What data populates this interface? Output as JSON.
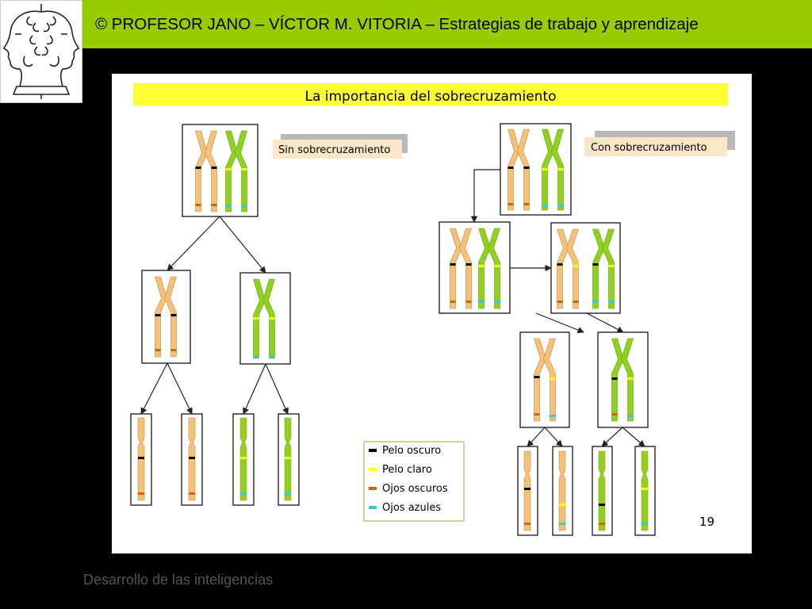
{
  "header": {
    "title": "© PROFESOR JANO – VÍCTOR M. VITORIA – Estrategias de trabajo y aprendizaje"
  },
  "slide": {
    "title": "La importancia del sobrecruzamiento",
    "label_left": "Sin sobrecruzamiento",
    "label_right": "Con sobrecruzamiento",
    "page_number": "19"
  },
  "legend": {
    "items": [
      {
        "label": "Pelo oscuro",
        "color": "#000000"
      },
      {
        "label": "Pelo claro",
        "color": "#ffff00"
      },
      {
        "label": "Ojos oscuros",
        "color": "#cc6600"
      },
      {
        "label": "Ojos azules",
        "color": "#33cccc"
      }
    ]
  },
  "colors": {
    "header_bg": "#99cc00",
    "title_bar": "#ffff33",
    "orange": "#f5c07a",
    "green": "#8ed21f",
    "dark": "#000000",
    "light": "#ffff00",
    "eyes_dark": "#cc6600",
    "eyes_blue": "#33cccc"
  },
  "footer": {
    "text": "Desarrollo de las inteligencias"
  }
}
